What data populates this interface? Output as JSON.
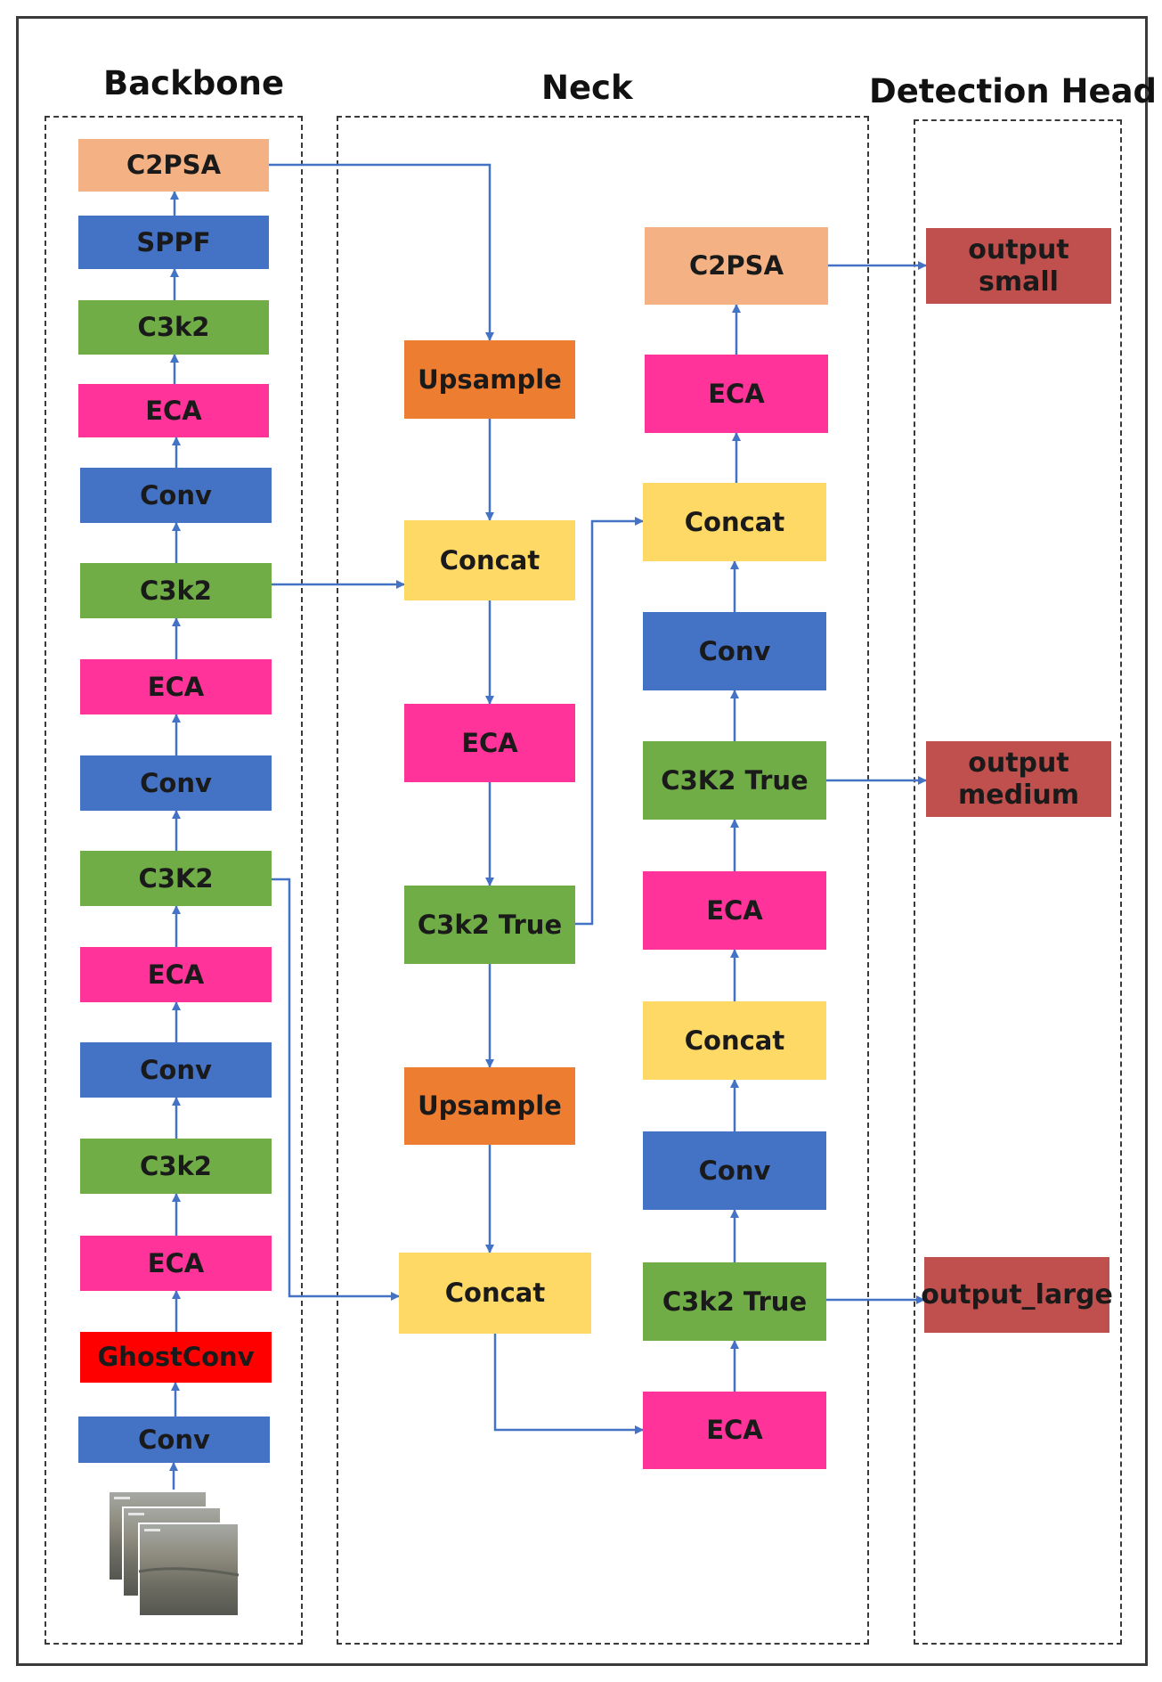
{
  "sections": {
    "backbone": "Backbone",
    "neck": "Neck",
    "head": "Detection Head"
  },
  "nodes": {
    "bb_c2psa": "C2PSA",
    "bb_sppf": "SPPF",
    "bb_c3k2_a": "C3k2",
    "bb_eca_a": "ECA",
    "bb_conv_a": "Conv",
    "bb_c3k2_b": "C3k2",
    "bb_eca_b": "ECA",
    "bb_conv_b": "Conv",
    "bb_c3k2_c": "C3K2",
    "bb_eca_c": "ECA",
    "bb_conv_c": "Conv",
    "bb_c3k2_d": "C3k2",
    "bb_eca_d": "ECA",
    "bb_ghostconv": "GhostConv",
    "bb_conv_d": "Conv",
    "nk_upsample_a": "Upsample",
    "nk_concat_a": "Concat",
    "nk_eca_a": "ECA",
    "nk_c3k2true_a": "C3k2 True",
    "nk_upsample_b": "Upsample",
    "nk_concat_b": "Concat",
    "nr_c2psa": "C2PSA",
    "nr_eca_a": "ECA",
    "nr_concat_a": "Concat",
    "nr_conv_a": "Conv",
    "nr_c3k2true_a": "C3K2 True",
    "nr_eca_b": "ECA",
    "nr_concat_b": "Concat",
    "nr_conv_b": "Conv",
    "nr_c3k2true_b": "C3k2 True",
    "nr_eca_c": "ECA",
    "out_small_l1": "output",
    "out_small_l2": "small",
    "out_medium_l1": "output",
    "out_medium_l2": "medium",
    "out_large": "output_large"
  },
  "colors": {
    "peach": "#F4B183",
    "blue": "#4472C4",
    "green": "#70AD47",
    "pink": "#FF3399",
    "orange": "#ED7D31",
    "yellow": "#FFD966",
    "red": "#FF0000",
    "maroon": "#C0504D",
    "arrow": "#4472C4"
  }
}
